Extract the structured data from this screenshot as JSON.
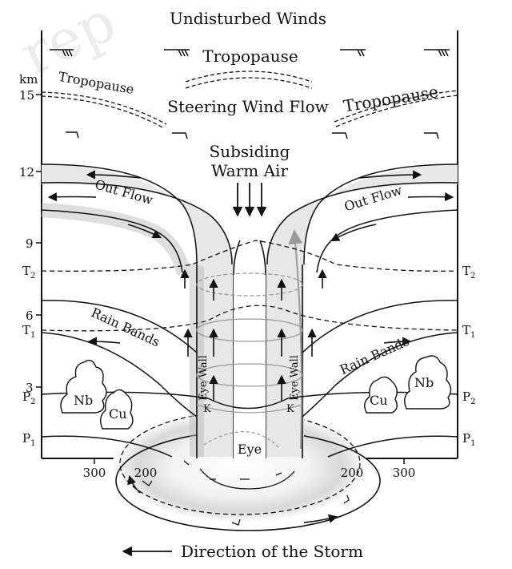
{
  "watermark": "rep",
  "title": "Undisturbed Winds",
  "labels": {
    "tropopause_center": "Tropopause",
    "tropopause_left": "Tropopause",
    "tropopause_right": "Tropopause",
    "steering": "Steering Wind Flow",
    "subsiding_1": "Subsiding",
    "subsiding_2": "Warm Air",
    "outflow_left": "Out Flow",
    "outflow_right": "Out Flow",
    "rainbands_left": "Rain Bands",
    "rainbands_right": "Rain Bands",
    "eyewall_left": "Eye Wall",
    "eyewall_right": "Eye Wall",
    "eye": "Eye",
    "k_left": "K",
    "k_right": "K",
    "nb_left": "Nb",
    "nb_right": "Nb",
    "cu_left": "Cu",
    "cu_right": "Cu",
    "direction": "Direction of the Storm"
  },
  "axis": {
    "unit": "km",
    "heights": [
      "15",
      "12",
      "9",
      "6",
      "3"
    ],
    "levels": [
      "T2",
      "T1",
      "P2",
      "P1"
    ],
    "distances": [
      "300",
      "200",
      "200",
      "300"
    ]
  },
  "colors": {
    "ink": "#111111",
    "shade": "#d9d9d9",
    "arrow_grey": "#9a9a9a"
  }
}
